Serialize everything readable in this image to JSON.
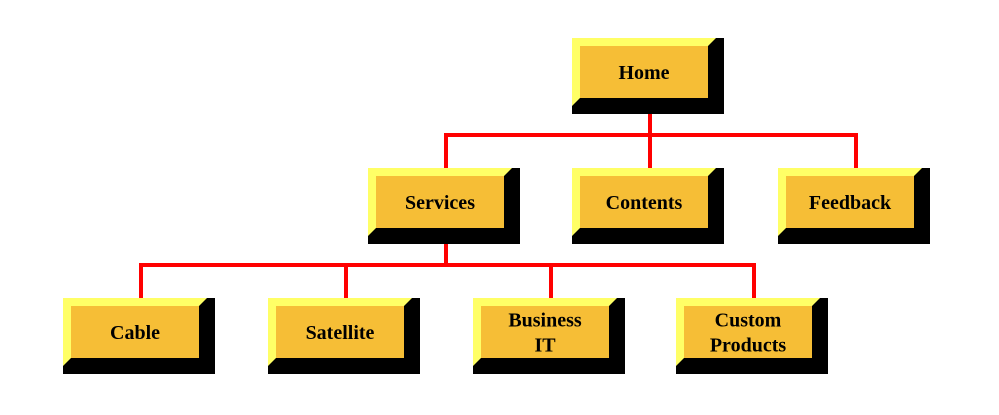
{
  "diagram": {
    "colors": {
      "connector": "#ff0000",
      "button_face": "#f6be36",
      "bevel_light": "#ffff66",
      "bevel_dark": "#000000",
      "label": "#000000"
    },
    "nodes": {
      "home": {
        "lines": [
          "Home"
        ]
      },
      "services": {
        "lines": [
          "Services"
        ]
      },
      "contents": {
        "lines": [
          "Contents"
        ]
      },
      "feedback": {
        "lines": [
          "Feedback"
        ]
      },
      "cable": {
        "lines": [
          "Cable"
        ]
      },
      "satellite": {
        "lines": [
          "Satellite"
        ]
      },
      "business_it": {
        "lines": [
          "Business",
          "IT"
        ]
      },
      "custom_products": {
        "lines": [
          "Custom",
          "Products"
        ]
      }
    },
    "edges": [
      {
        "from": "home",
        "to": "services"
      },
      {
        "from": "home",
        "to": "contents"
      },
      {
        "from": "home",
        "to": "feedback"
      },
      {
        "from": "services",
        "to": "cable"
      },
      {
        "from": "services",
        "to": "satellite"
      },
      {
        "from": "services",
        "to": "business_it"
      },
      {
        "from": "services",
        "to": "custom_products"
      }
    ]
  }
}
